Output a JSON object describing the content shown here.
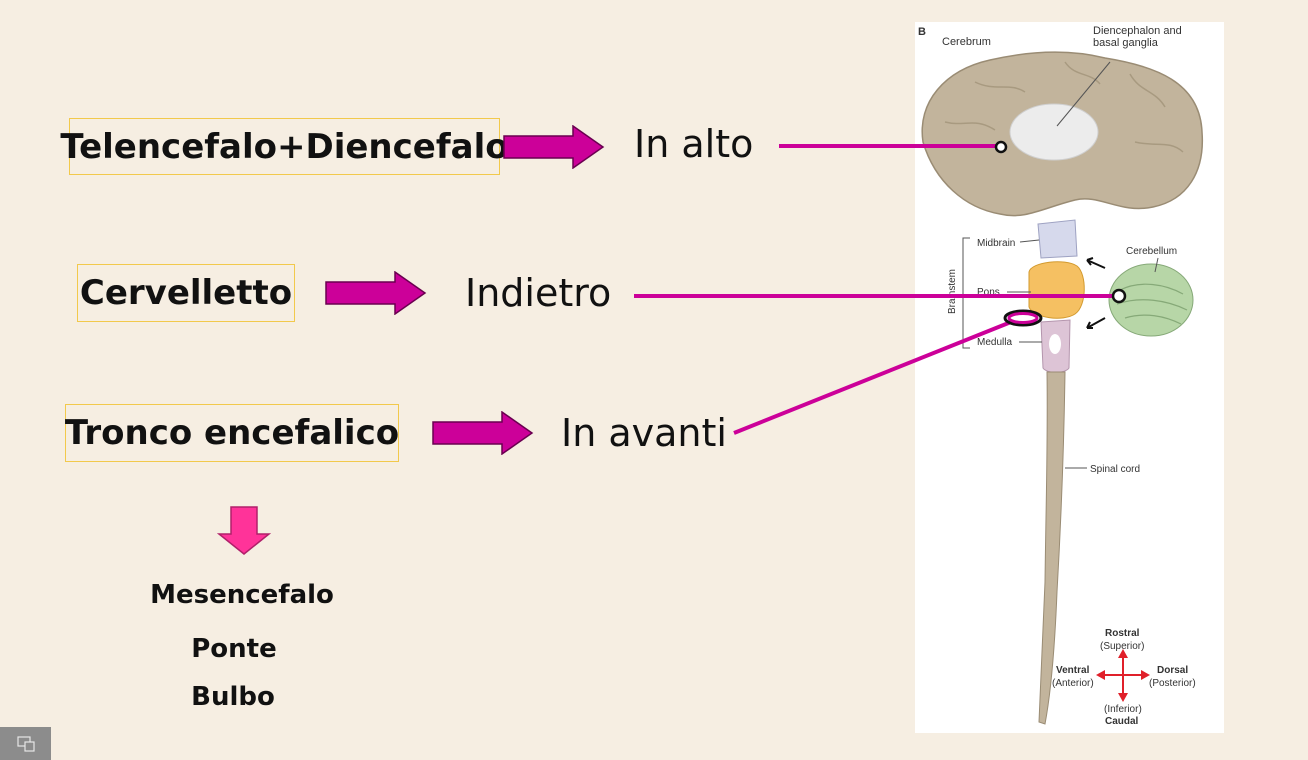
{
  "rows": [
    {
      "label": "Telencefalo+Diencefalo",
      "direction": "In alto"
    },
    {
      "label": "Cervelletto",
      "direction": "Indietro"
    },
    {
      "label": "Tronco encefalico",
      "direction": "In avanti"
    }
  ],
  "brainstem_parts": [
    "Mesencefalo",
    "Ponte",
    "Bulbo"
  ],
  "figure": {
    "panel_letter": "B",
    "labels": {
      "cerebrum": "Cerebrum",
      "diencephalon_1": "Diencephalon and",
      "diencephalon_2": "basal ganglia",
      "midbrain": "Midbrain",
      "pons": "Pons",
      "medulla": "Medulla",
      "brainstem": "Brainstem",
      "cerebellum": "Cerebellum",
      "spinal_cord": "Spinal cord"
    },
    "compass": {
      "rostral": "Rostral",
      "superior": "(Superior)",
      "ventral": "Ventral",
      "anterior": "(Anterior)",
      "dorsal": "Dorsal",
      "posterior": "(Posterior)",
      "inferior": "(Inferior)",
      "caudal": "Caudal"
    }
  },
  "colors": {
    "background": "#f6eee2",
    "box_border": "#f2c94c",
    "arrow_fill": "#cc0099",
    "pointer_line": "#cc0099",
    "down_arrow": "#ff3399",
    "compass": "#e0202a"
  },
  "icons": [
    "right-arrow-icon",
    "down-arrow-icon",
    "slide-icon"
  ]
}
